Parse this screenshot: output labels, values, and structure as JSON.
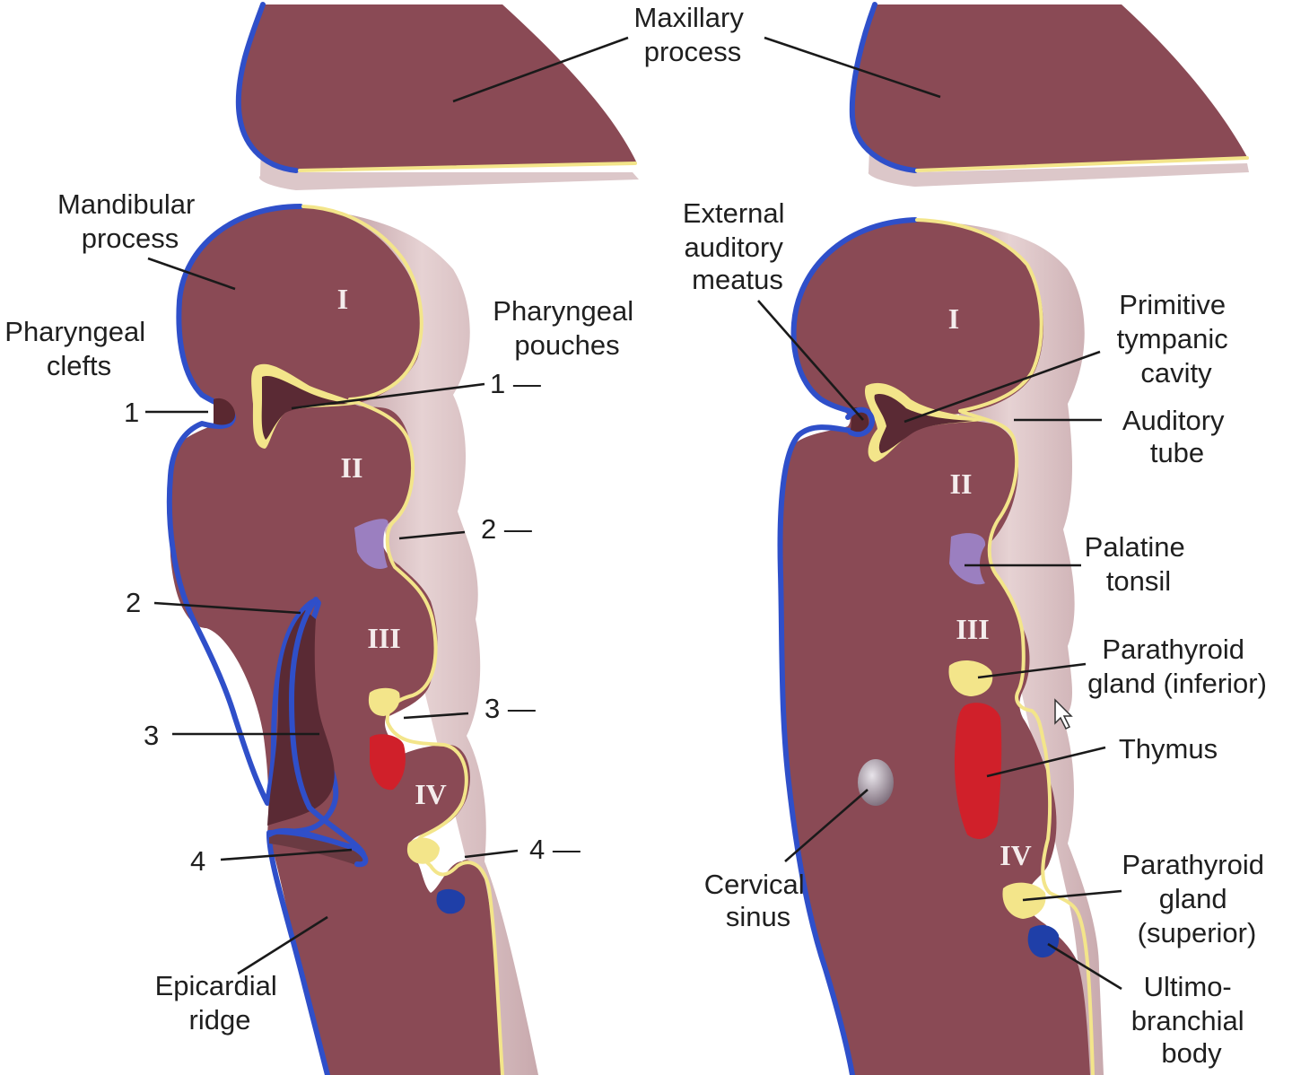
{
  "labels": {
    "maxillary": [
      "Maxillary",
      "process"
    ],
    "mandibular": [
      "Mandibular",
      "process"
    ],
    "pharyngeal_clefts": [
      "Pharyngeal",
      "clefts"
    ],
    "pharyngeal_pouches": [
      "Pharyngeal",
      "pouches"
    ],
    "epicardial": [
      "Epicardial",
      "ridge"
    ],
    "external_auditory": [
      "External",
      "auditory",
      "meatus"
    ],
    "primitive_tympanic": [
      "Primitive",
      "tympanic",
      "cavity"
    ],
    "auditory_tube": [
      "Auditory",
      "tube"
    ],
    "palatine_tonsil": [
      "Palatine",
      "tonsil"
    ],
    "parathyroid_inferior": [
      "Parathyroid",
      "gland (inferior)"
    ],
    "thymus": [
      "Thymus"
    ],
    "cervical_sinus": [
      "Cervical",
      "sinus"
    ],
    "parathyroid_superior": [
      "Parathyroid",
      "gland",
      "(superior)"
    ],
    "ultimobranchial": [
      "Ultimo-",
      "branchial",
      "body"
    ]
  },
  "cleft_numbers": [
    "1",
    "2",
    "3",
    "4"
  ],
  "pouch_numbers": [
    "1 —",
    "2 —",
    "3 —",
    "4 —"
  ],
  "arches_left": [
    "I",
    "II",
    "III",
    "IV"
  ],
  "arches_right": [
    "I",
    "II",
    "III",
    "IV"
  ],
  "colors": {
    "tissue": "#8a4a55",
    "ectoderm": "#2f4fc9",
    "endoderm": "#f3e58a",
    "thymus": "#d0202a",
    "parathyroid": "#f3e58a",
    "tonsil": "#9b7fc0",
    "ultimobranchial": "#1f3fa8"
  }
}
